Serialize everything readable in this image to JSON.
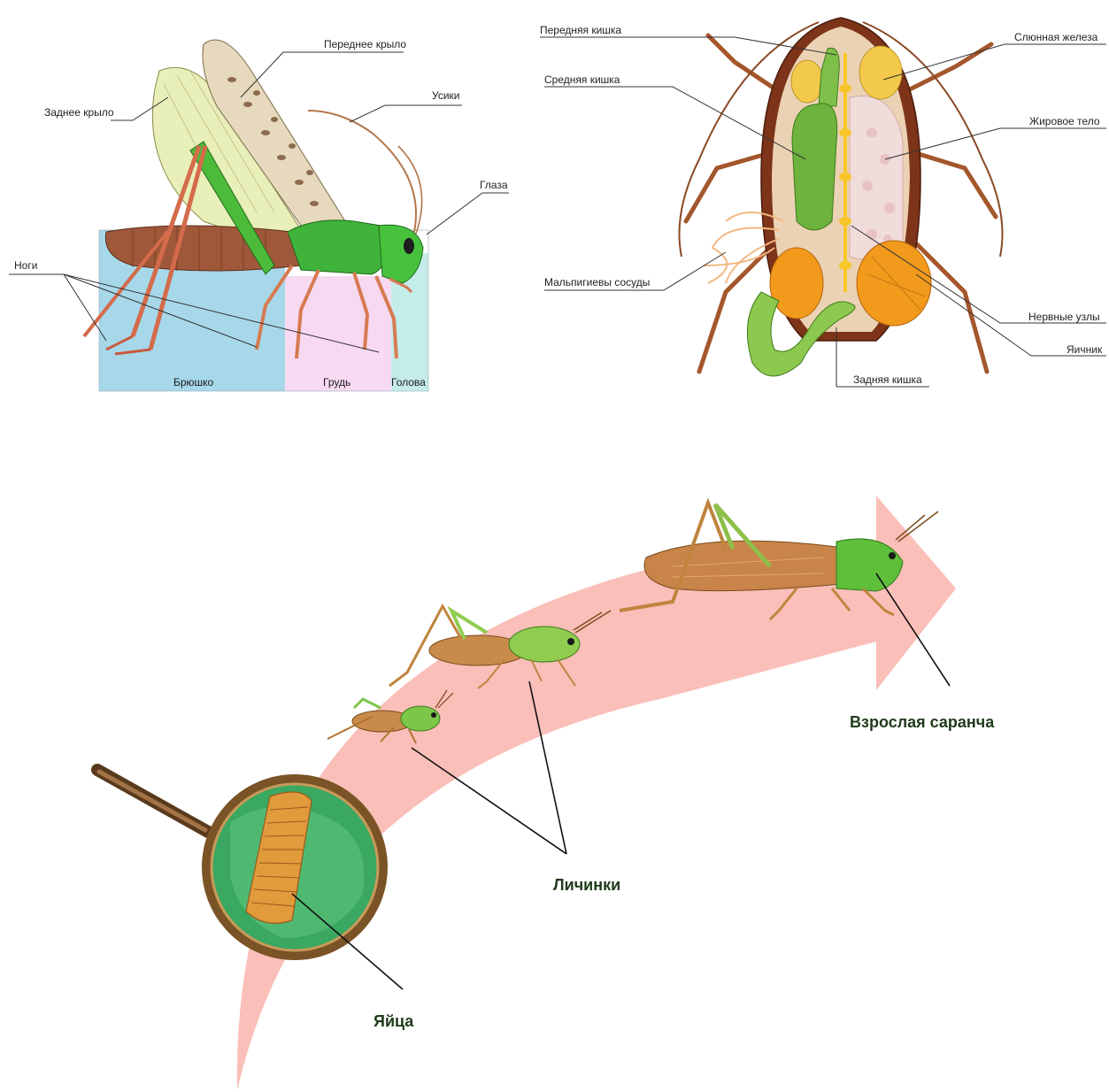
{
  "grasshopper_external": {
    "labels": {
      "front_wing": "Переднее крыло",
      "hind_wing": "Заднее крыло",
      "antennae": "Усики",
      "eyes": "Глаза",
      "legs": "Ноги"
    },
    "segments": {
      "abdomen": "Брюшко",
      "thorax": "Грудь",
      "head": "Голова"
    },
    "colors": {
      "abdomen": "#a6d8ea",
      "thorax": "#f7d9f2",
      "head": "#c4ece8"
    }
  },
  "cockroach_internal": {
    "labels": {
      "foregut": "Передняя кишка",
      "midgut": "Средняя кишка",
      "salivary_gland": "Слюнная железа",
      "fat_body": "Жировое тело",
      "malpighian": "Мальпигиевы сосуды",
      "nerve_ganglia": "Нервные узлы",
      "ovary": "Яичник",
      "hindgut": "Задняя кишка"
    }
  },
  "life_cycle": {
    "stages": {
      "eggs": "Яйца",
      "larvae": "Личинки",
      "adult": "Взрослая саранча"
    },
    "colors": {
      "arrow": "#f9b8b0",
      "insect_green": "#5fbf3a",
      "insect_brown": "#b8733a"
    }
  }
}
